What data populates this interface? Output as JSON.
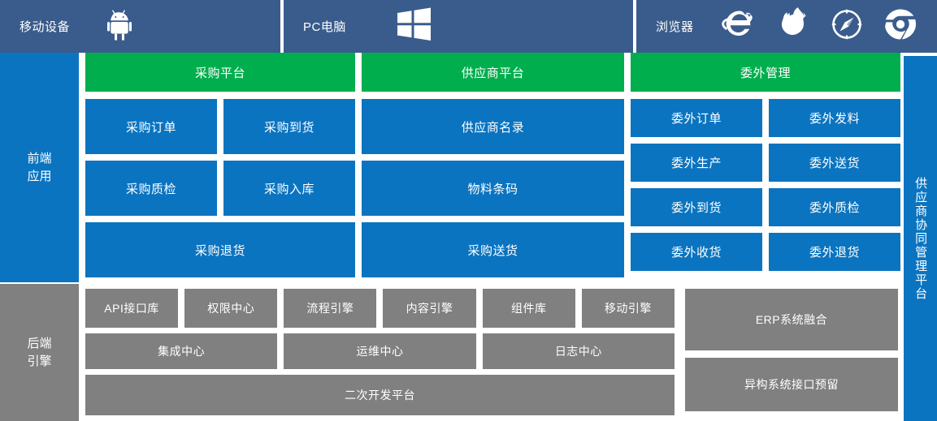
{
  "devicebar": {
    "mobile": {
      "label": "移动设备",
      "icons": [
        "android-icon"
      ]
    },
    "pc": {
      "label": "PC电脑",
      "icons": [
        "windows-icon"
      ]
    },
    "browser": {
      "label": "浏览器",
      "icons": [
        "internet-explorer-icon",
        "firefox-icon",
        "safari-icon",
        "chrome-icon"
      ]
    }
  },
  "frontend": {
    "side_label": "前端\n应用",
    "side_label_line1": "前端",
    "side_label_line2": "应用",
    "columns": [
      {
        "header": "采购平台",
        "rows": [
          [
            "采购订单",
            "采购到货"
          ],
          [
            "采购质检",
            "采购入库"
          ],
          [
            "采购退货"
          ]
        ]
      },
      {
        "header": "供应商平台",
        "rows": [
          [
            "供应商名录"
          ],
          [
            "物料条码"
          ],
          [
            "采购送货"
          ]
        ]
      },
      {
        "header": "委外管理",
        "rows": [
          [
            "委外订单",
            "委外发料"
          ],
          [
            "委外生产",
            "委外送货"
          ],
          [
            "委外到货",
            "委外质检"
          ],
          [
            "委外收货",
            "委外退货"
          ]
        ]
      }
    ]
  },
  "right_sidebar": {
    "label": "供应商协同管理平台"
  },
  "backend": {
    "side_label_line1": "后端",
    "side_label_line2": "引擎",
    "row1": [
      "API接口库",
      "权限中心",
      "流程引擎",
      "内容引擎",
      "组件库",
      "移动引擎"
    ],
    "row2": [
      "集成中心",
      "运维中心",
      "日志中心"
    ],
    "row3": "二次开发平台",
    "right": [
      "ERP系统融合",
      "异构系统接口预留"
    ]
  },
  "colors": {
    "header_blue": "#3A5C8C",
    "tile_blue": "#0B74C0",
    "tile_green": "#00AE4D",
    "tile_gray": "#808080",
    "text_white": "#FFFFFF"
  }
}
